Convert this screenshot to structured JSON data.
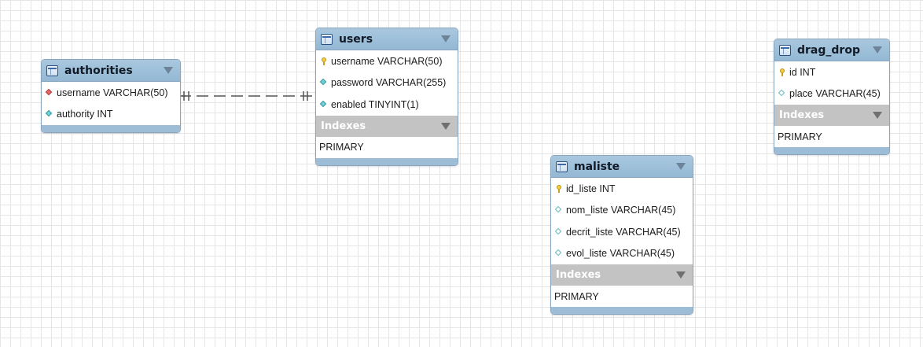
{
  "tables": {
    "authorities": {
      "name": "authorities",
      "columns": [
        {
          "text": "username VARCHAR(50)",
          "icon": "foreign-key-icon"
        },
        {
          "text": "authority INT",
          "icon": "column-icon"
        }
      ]
    },
    "users": {
      "name": "users",
      "columns": [
        {
          "text": "username VARCHAR(50)",
          "icon": "primary-key-icon"
        },
        {
          "text": "password VARCHAR(255)",
          "icon": "column-icon"
        },
        {
          "text": "enabled TINYINT(1)",
          "icon": "column-icon"
        }
      ],
      "indexes_label": "Indexes",
      "indexes": [
        "PRIMARY"
      ]
    },
    "maliste": {
      "name": "maliste",
      "columns": [
        {
          "text": "id_liste INT",
          "icon": "primary-key-icon"
        },
        {
          "text": "nom_liste VARCHAR(45)",
          "icon": "nullable-column-icon"
        },
        {
          "text": "decrit_liste VARCHAR(45)",
          "icon": "nullable-column-icon"
        },
        {
          "text": "evol_liste VARCHAR(45)",
          "icon": "nullable-column-icon"
        }
      ],
      "indexes_label": "Indexes",
      "indexes": [
        "PRIMARY"
      ]
    },
    "drag_drop": {
      "name": "drag_drop",
      "columns": [
        {
          "text": "id INT",
          "icon": "primary-key-icon"
        },
        {
          "text": "place VARCHAR(45)",
          "icon": "nullable-column-icon"
        }
      ],
      "indexes_label": "Indexes",
      "indexes": [
        "PRIMARY"
      ]
    }
  },
  "relationships": [
    {
      "from": "authorities",
      "to": "users",
      "style": "dashed",
      "cardinality": "one-to-one"
    }
  ],
  "colors": {
    "header": "#94b8d4",
    "border": "#8aa6bf",
    "indexes_bar": "#c3c3c3",
    "relationship_line": "#555555"
  }
}
